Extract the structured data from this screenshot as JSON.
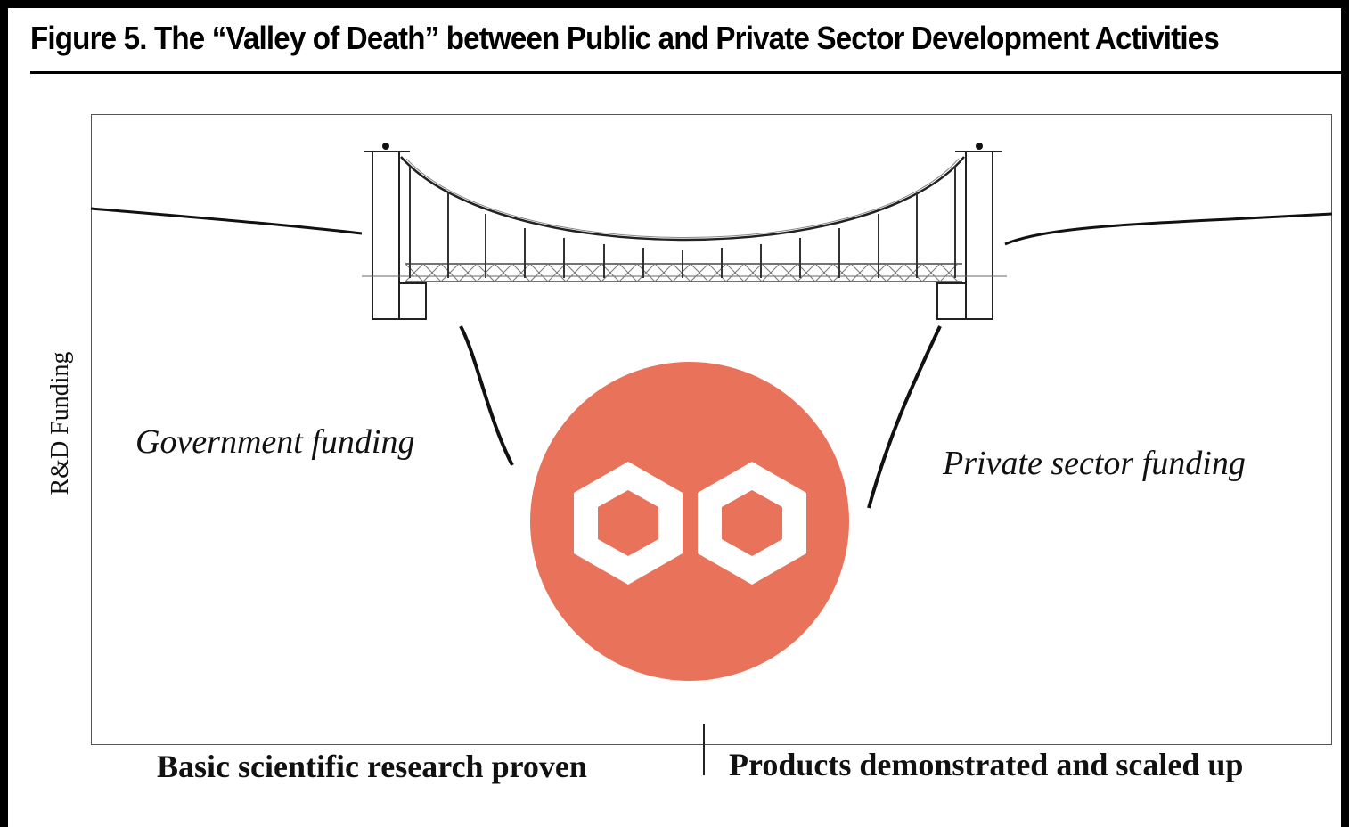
{
  "figure": {
    "title": "Figure 5.  The “Valley of Death” between Public and Private Sector Development Activities"
  },
  "axis": {
    "y_label": "R&D Funding"
  },
  "labels": {
    "government": "Government funding",
    "private": "Private sector funding",
    "basic_research": "Basic scientific research proven",
    "products": "Products demonstrated and scaled up"
  },
  "overlay_logo": {
    "icon": "twin-hexagon-logo-icon",
    "color": "#E8735A"
  }
}
